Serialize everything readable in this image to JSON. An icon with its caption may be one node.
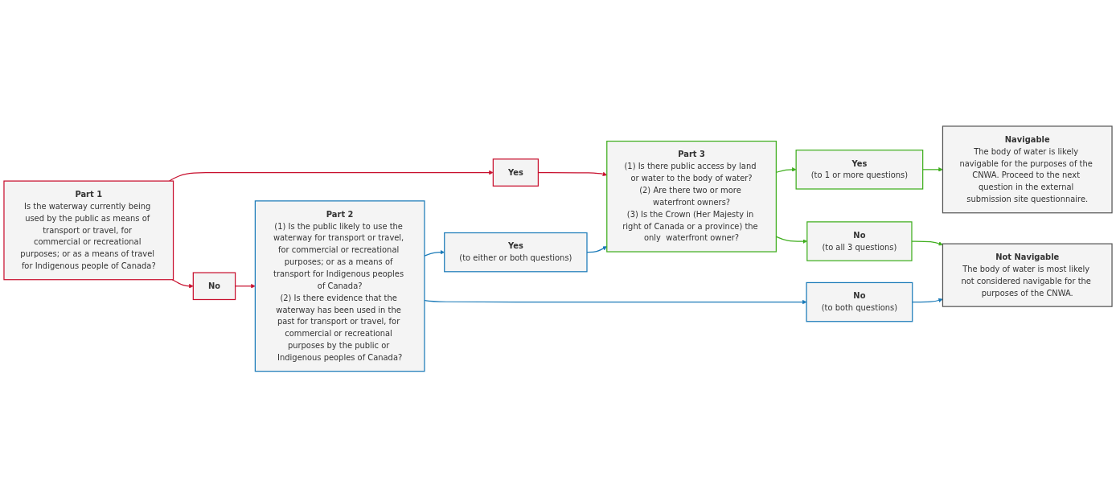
{
  "diagram": {
    "nodes": [
      {
        "text": [
          "Part 1",
          "Is the waterway currently being used by the public as means of transport or travel, for commercial or recreational purposes; or as a means of travel for Indigenous people of Canada?"
        ]
      },
      {
        "text": [
          "Yes"
        ]
      },
      {
        "text": [
          "No"
        ]
      },
      {
        "text": [
          "Part 2",
          "(1) Is the public likely to use the waterway for transport or travel, for commercial or recreational purposes; or as a means of transport for Indigenous peoples of Canada?",
          "(2) Is there evidence that the waterway has been used in the past for transport or travel, for commercial or recreational purposes by the public or Indigenous peoples of Canada?"
        ]
      },
      {
        "text": [
          "Yes",
          "(to either or both questions)"
        ]
      },
      {
        "text": [
          "No",
          "(to both questions)"
        ]
      },
      {
        "text": [
          "Part 3",
          "(1) Is there public access by land or water to the body of water?",
          "(2) Are there two or more waterfront owners?",
          "(3) Is the Crown (Her Majesty in right of Canada or a province) the only  waterfront owner?"
        ]
      },
      {
        "text": [
          "Yes",
          "(to 1 or more questions)"
        ]
      },
      {
        "text": [
          "No",
          "(to all 3 questions)"
        ]
      },
      {
        "text": [
          "Navigable",
          "The body of water is likely navigable for the purposes of the CNWA. Proceed to the next question in the external submission site questionnaire."
        ]
      },
      {
        "text": [
          "Not Navigable",
          "The body of water is most likely not considered navigable for the purposes of the CNWA."
        ]
      }
    ],
    "edges": [
      {
        "from": 0,
        "to": 1,
        "arrow": "to",
        "color": "#c8102e"
      },
      {
        "from": 0,
        "to": 2,
        "arrow": "to",
        "color": "#c8102e"
      },
      {
        "from": 1,
        "to": 6,
        "arrow": "to",
        "color": "#c8102e"
      },
      {
        "from": 2,
        "to": 3,
        "arrow": "to",
        "color": "#c8102e"
      },
      {
        "from": 3,
        "to": 4,
        "arrow": "to",
        "color": "#1a7ab8"
      },
      {
        "from": 3,
        "to": 5,
        "arrow": "to",
        "color": "#1a7ab8"
      },
      {
        "from": 4,
        "to": 6,
        "arrow": "to",
        "color": "#1a7ab8"
      },
      {
        "from": 5,
        "to": 10,
        "arrow": "to",
        "color": "#1a7ab8"
      },
      {
        "from": 6,
        "to": 7,
        "arrow": "to",
        "color": "#3fae1e"
      },
      {
        "from": 6,
        "to": 8,
        "arrow": "to",
        "color": "#3fae1e"
      },
      {
        "from": 7,
        "to": 9,
        "arrow": "to",
        "color": "#3fae1e"
      },
      {
        "from": 8,
        "to": 10,
        "arrow": "to",
        "color": "#3fae1e"
      }
    ]
  }
}
